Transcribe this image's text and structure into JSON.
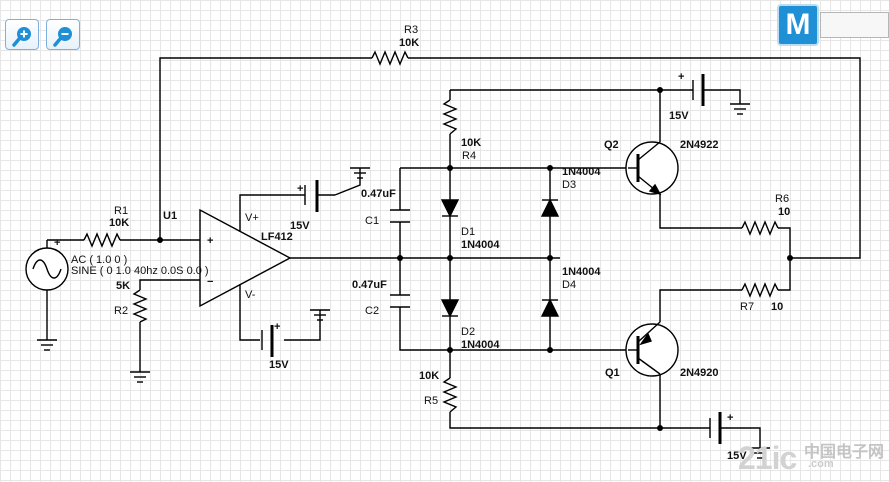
{
  "toolbar": {
    "zoom_in_icon": "zoom-in-icon",
    "zoom_out_icon": "zoom-out-icon",
    "logo_letter": "M"
  },
  "components": {
    "R1": {
      "name": "R1",
      "value": "10K"
    },
    "R2": {
      "name": "R2",
      "value": "5K"
    },
    "R3": {
      "name": "R3",
      "value": "10K"
    },
    "R4": {
      "name": "R4",
      "value": "10K"
    },
    "R5": {
      "name": "R5",
      "value": "10K"
    },
    "R6": {
      "name": "R6",
      "value": "10"
    },
    "R7": {
      "name": "R7",
      "value": "10"
    },
    "C1": {
      "name": "C1",
      "value": "0.47uF"
    },
    "C2": {
      "name": "C2",
      "value": "0.47uF"
    },
    "D1": {
      "name": "D1",
      "value": "1N4004"
    },
    "D2": {
      "name": "D2",
      "value": "1N4004"
    },
    "D3": {
      "name": "D3",
      "value": "1N4004"
    },
    "D4": {
      "name": "D4",
      "value": "1N4004"
    },
    "Q1": {
      "name": "Q1",
      "value": "2N4920"
    },
    "Q2": {
      "name": "Q2",
      "value": "2N4922"
    },
    "U1": {
      "name": "U1",
      "value": "LF412",
      "vplus": "V+",
      "vminus": "V-",
      "plus": "+",
      "minus": "−"
    },
    "source": {
      "line1": "AC ( 1.0 0 )",
      "line2": "SINE ( 0 1.0 40hz 0.0S 0.0 )",
      "plus": "+"
    },
    "batteries": {
      "label": "15V",
      "plus": "+"
    }
  },
  "watermark": {
    "big": "21ic",
    "cn": "中国电子网",
    "site": ".com"
  },
  "colors": {
    "wire": "#000000",
    "grid": "#e6e6e6",
    "accent": "#1f8fd6"
  }
}
